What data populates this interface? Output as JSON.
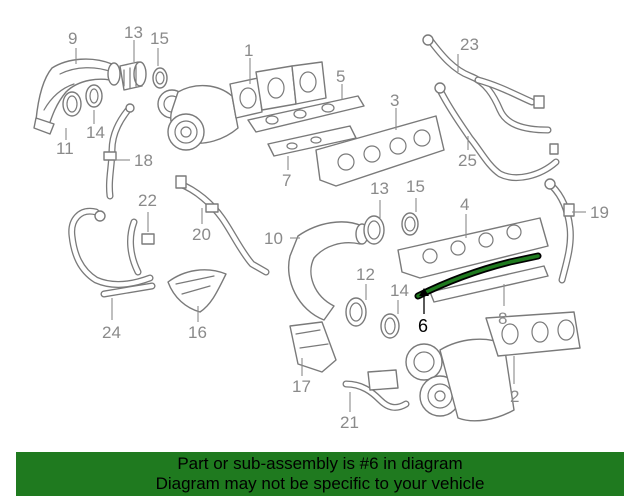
{
  "diagram": {
    "highlight_color": "#1f7a1f",
    "callouts": [
      {
        "id": "1",
        "highlighted": false
      },
      {
        "id": "2",
        "highlighted": false
      },
      {
        "id": "3",
        "highlighted": false
      },
      {
        "id": "4",
        "highlighted": false
      },
      {
        "id": "5",
        "highlighted": false
      },
      {
        "id": "6",
        "highlighted": true
      },
      {
        "id": "7",
        "highlighted": false
      },
      {
        "id": "8",
        "highlighted": false
      },
      {
        "id": "9",
        "highlighted": false
      },
      {
        "id": "10",
        "highlighted": false
      },
      {
        "id": "11",
        "highlighted": false
      },
      {
        "id": "12",
        "highlighted": false
      },
      {
        "id": "13",
        "highlighted": false
      },
      {
        "id": "14",
        "highlighted": false
      },
      {
        "id": "15",
        "highlighted": false
      },
      {
        "id": "16",
        "highlighted": false
      },
      {
        "id": "17",
        "highlighted": false
      },
      {
        "id": "18",
        "highlighted": false
      },
      {
        "id": "19",
        "highlighted": false
      },
      {
        "id": "20",
        "highlighted": false
      },
      {
        "id": "21",
        "highlighted": false
      },
      {
        "id": "22",
        "highlighted": false
      },
      {
        "id": "23",
        "highlighted": false
      },
      {
        "id": "24",
        "highlighted": false
      },
      {
        "id": "25",
        "highlighted": false
      }
    ]
  },
  "banner": {
    "background": "#1f7a1f",
    "line1": "Part or sub-assembly is #6 in diagram",
    "line2": "Diagram may not be specific to your vehicle"
  }
}
